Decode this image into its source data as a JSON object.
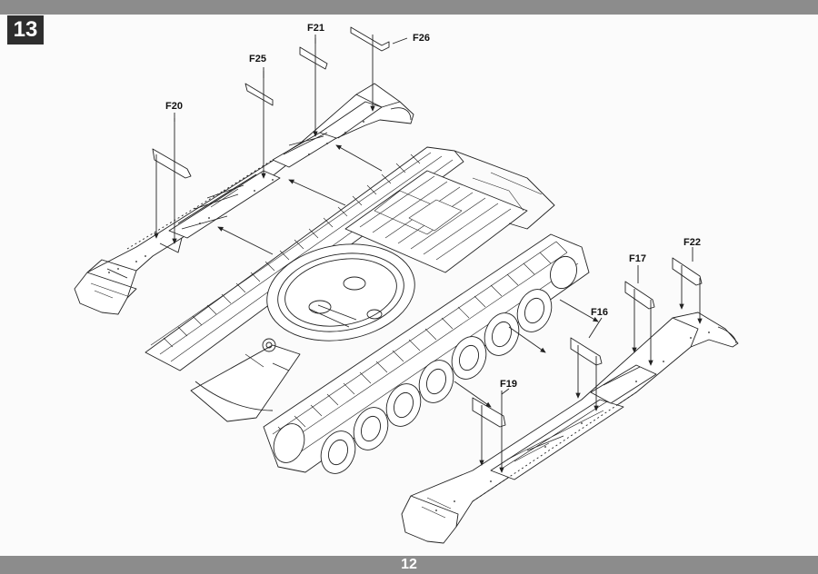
{
  "step_number": "13",
  "page_number": "12",
  "part_labels": {
    "f16": "F16",
    "f17": "F17",
    "f19": "F19",
    "f20": "F20",
    "f21": "F21",
    "f22": "F22",
    "f25": "F25",
    "f26": "F26"
  },
  "colors": {
    "bars": "#8c8c8c",
    "step_box": "#2e2e2e",
    "line": "#222222",
    "paper": "#fbfbfb"
  }
}
